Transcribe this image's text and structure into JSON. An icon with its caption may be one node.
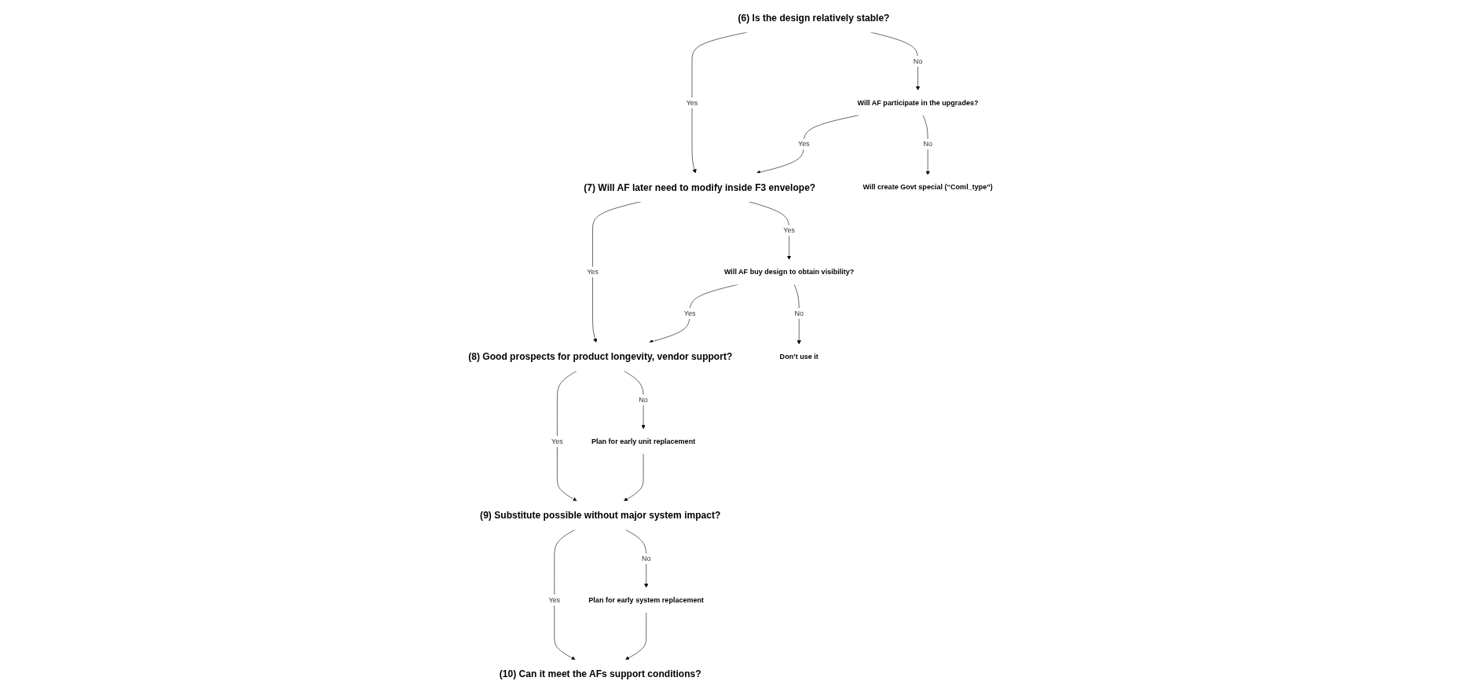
{
  "diagram": {
    "nodes": [
      {
        "text": [
          "(6) Is the design relatively stable?"
        ]
      },
      {
        "text": [
          "Will AF participate in the upgrades?"
        ]
      },
      {
        "text": [
          "(7) Will AF later need to modify inside F3 envelope?"
        ]
      },
      {
        "text": [
          "Will create Govt special (“Coml_type”)"
        ]
      },
      {
        "text": [
          "Will AF buy design to obtain visibility?"
        ]
      },
      {
        "text": [
          "(8) Good prospects for product longevity, vendor support?"
        ]
      },
      {
        "text": [
          "Don’t use it"
        ]
      },
      {
        "text": [
          "Plan for early unit replacement"
        ]
      },
      {
        "text": [
          "(9) Substitute possible without major system impact?"
        ]
      },
      {
        "text": [
          "Plan for early system replacement"
        ]
      },
      {
        "text": [
          "(10)  Can it meet the AFs support conditions?"
        ]
      }
    ],
    "edges": [
      {
        "from": 0,
        "to": 1,
        "arrow": "to",
        "label": "No"
      },
      {
        "from": 0,
        "to": 2,
        "arrow": "to",
        "label": "Yes"
      },
      {
        "from": 1,
        "to": 2,
        "arrow": "to",
        "label": "Yes"
      },
      {
        "from": 1,
        "to": 3,
        "arrow": "to",
        "label": "No"
      },
      {
        "from": 2,
        "to": 4,
        "arrow": "to",
        "label": "Yes"
      },
      {
        "from": 2,
        "to": 5,
        "arrow": "to",
        "label": "Yes"
      },
      {
        "from": 4,
        "to": 5,
        "arrow": "to",
        "label": "Yes"
      },
      {
        "from": 4,
        "to": 6,
        "arrow": "to",
        "label": "No"
      },
      {
        "from": 5,
        "to": 7,
        "arrow": "to",
        "label": "No"
      },
      {
        "from": 5,
        "to": 8,
        "arrow": "to",
        "label": "Yes"
      },
      {
        "from": 7,
        "to": 8,
        "arrow": "to"
      },
      {
        "from": 8,
        "to": 9,
        "arrow": "to",
        "label": "No"
      },
      {
        "from": 8,
        "to": 10,
        "arrow": "to",
        "label": "Yes"
      },
      {
        "from": 9,
        "to": 10,
        "arrow": "to"
      }
    ]
  }
}
